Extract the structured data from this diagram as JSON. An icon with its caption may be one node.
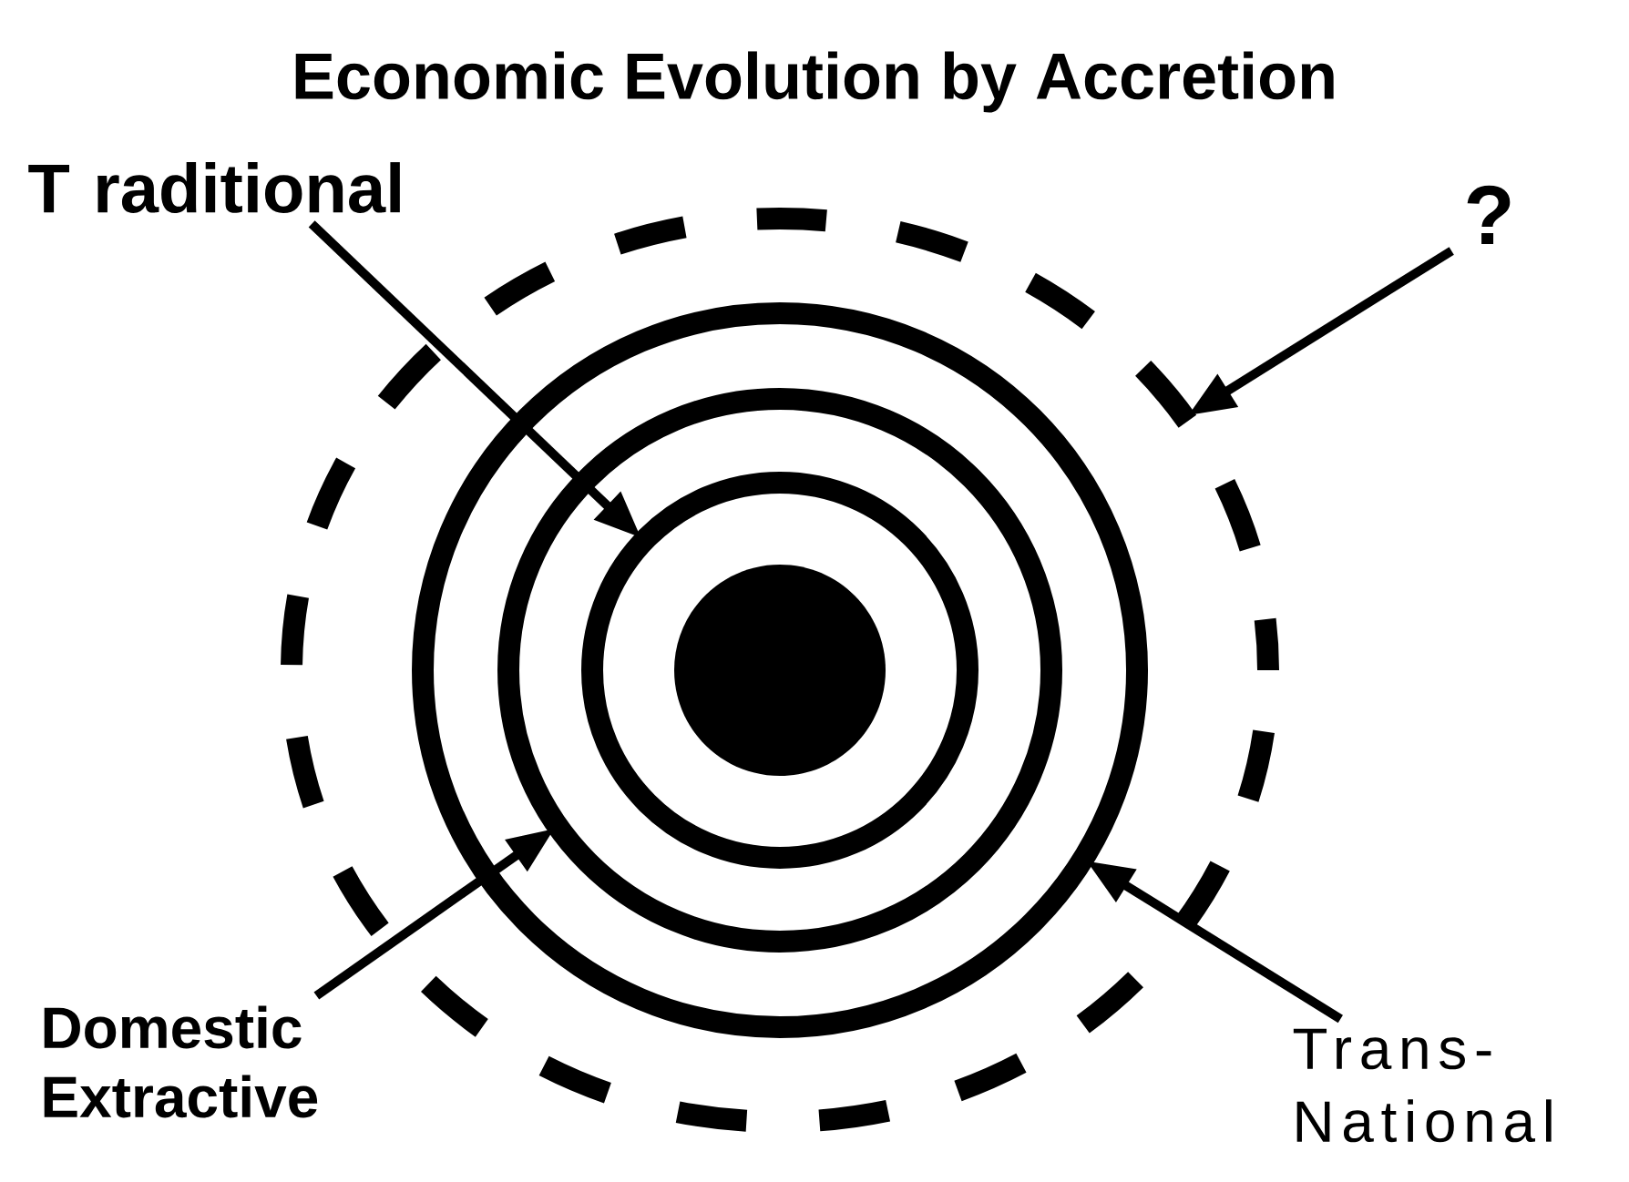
{
  "diagram": {
    "title": "Economic Evolution by Accretion",
    "nodes": [
      {
        "text": [],
        "shape": "circle",
        "in": 1
      },
      {
        "text": [],
        "shape": "circle",
        "in": 2
      },
      {
        "text": [],
        "shape": "circle",
        "in": 3
      },
      {
        "text": [],
        "shape": "circle",
        "in": 4
      },
      {
        "text": [],
        "shape": "circle"
      },
      {
        "text": [
          "T raditional"
        ]
      },
      {
        "text": [
          "?"
        ]
      },
      {
        "text": [
          "Domestic Extractive"
        ]
      },
      {
        "text": [
          "Trans- National"
        ]
      }
    ],
    "edges": [
      {
        "from": 5,
        "to": 1,
        "arrow": "to"
      },
      {
        "from": 6,
        "to": 4,
        "arrow": "to"
      },
      {
        "from": 7,
        "to": 2,
        "arrow": "to"
      },
      {
        "from": 8,
        "to": 3,
        "arrow": "to"
      }
    ]
  }
}
